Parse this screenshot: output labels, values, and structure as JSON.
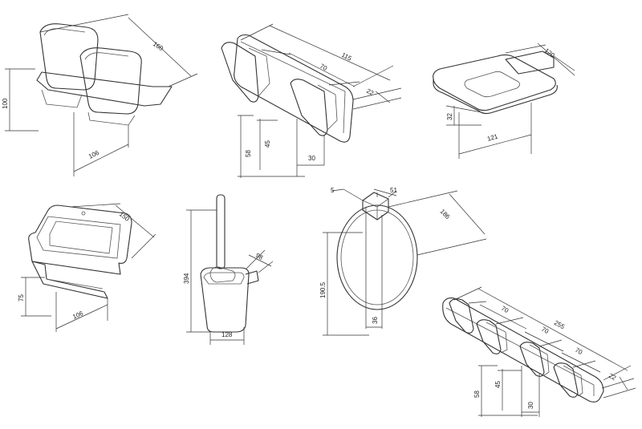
{
  "colors": {
    "line": "#333333",
    "background": "#ffffff"
  },
  "products": [
    {
      "name": "double-tumbler-holder",
      "dims": {
        "width": "160",
        "height": "100",
        "depth": "106"
      }
    },
    {
      "name": "double-hook",
      "dims": {
        "length": "115",
        "spacing": "70",
        "depth": "22",
        "height": "58",
        "hook_height": "45",
        "hook_width": "30"
      }
    },
    {
      "name": "soap-dish",
      "dims": {
        "width": "120",
        "height": "32",
        "length": "121"
      }
    },
    {
      "name": "shelf-with-holder",
      "dims": {
        "width": "150",
        "height": "75",
        "depth": "106"
      }
    },
    {
      "name": "toilet-brush-holder",
      "dims": {
        "height": "394",
        "width": "98",
        "depth": "128"
      }
    },
    {
      "name": "towel-ring",
      "dims": {
        "offset": "5",
        "top_width": "51",
        "width": "186",
        "height": "190.5",
        "ring_depth": "36"
      }
    },
    {
      "name": "triple-hook",
      "dims": {
        "length": "255",
        "spacing_1": "70",
        "spacing_2": "70",
        "spacing_3": "70",
        "depth": "22",
        "height": "58",
        "hook_height": "45",
        "hook_width": "30"
      }
    }
  ]
}
